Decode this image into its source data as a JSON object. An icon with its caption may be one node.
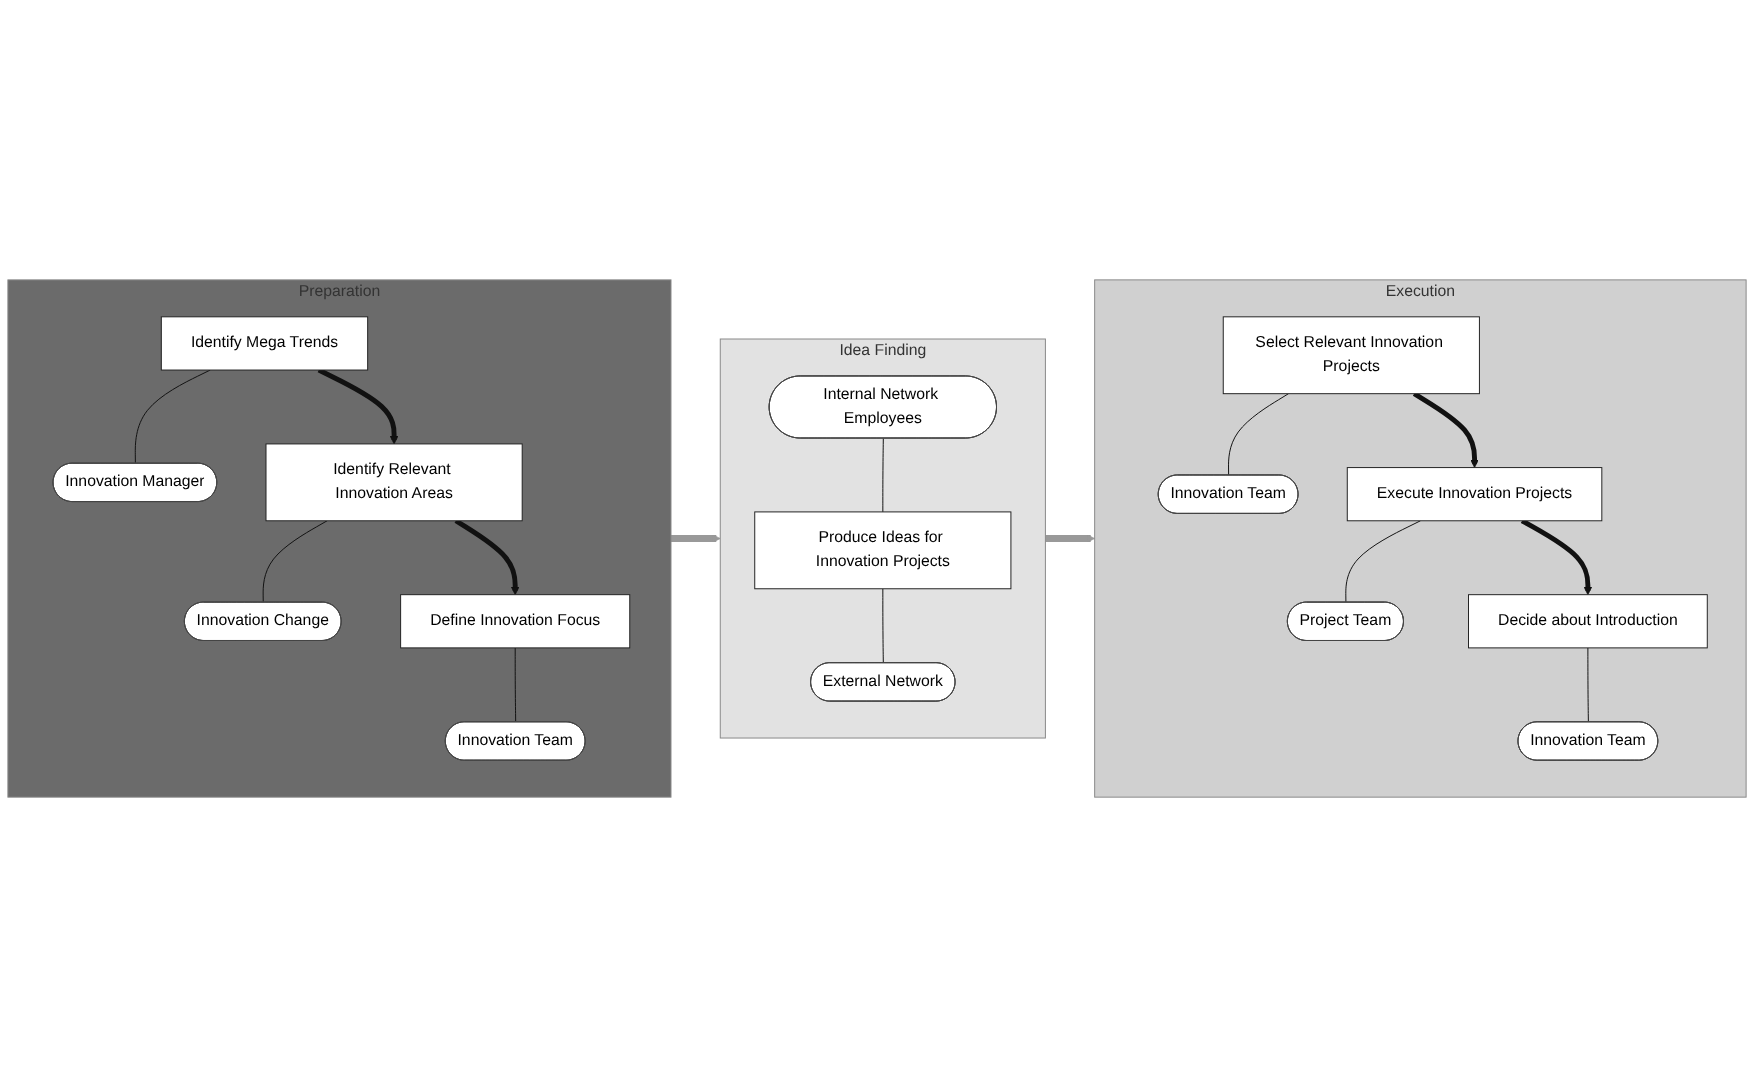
{
  "diagram": {
    "nodes": [
      {
        "text": [
          "Preparation"
        ]
      },
      {
        "text": [
          "Identify Mega Trends"
        ],
        "in": 0
      },
      {
        "text": [
          "Innovation Manager"
        ],
        "in": 0
      },
      {
        "text": [
          "Identify Relevant Innovation Areas"
        ],
        "in": 0
      },
      {
        "text": [
          "Innovation Change"
        ],
        "in": 0
      },
      {
        "text": [
          "Define Innovation Focus"
        ],
        "in": 0
      },
      {
        "text": [
          "Innovation Team"
        ],
        "in": 0
      },
      {
        "text": [
          "Idea Finding"
        ]
      },
      {
        "text": [
          "Internal Network Employees"
        ],
        "in": 7
      },
      {
        "text": [
          "Produce Ideas for Innovation Projects"
        ],
        "in": 7
      },
      {
        "text": [
          "External Network"
        ],
        "in": 7
      },
      {
        "text": [
          "Execution"
        ]
      },
      {
        "text": [
          "Select Relevant Innovation Projects"
        ],
        "in": 11
      },
      {
        "text": [
          "Innovation Team"
        ],
        "in": 11
      },
      {
        "text": [
          "Execute Innovation Projects"
        ],
        "in": 11
      },
      {
        "text": [
          "Project Team"
        ],
        "in": 11
      },
      {
        "text": [
          "Decide about Introduction"
        ],
        "in": 11
      },
      {
        "text": [
          "Innovation Team"
        ],
        "in": 11
      }
    ],
    "edges": [
      {
        "from": 1,
        "to": 2,
        "arrow": "none"
      },
      {
        "from": 1,
        "to": 3,
        "arrow": "to",
        "style": "thick"
      },
      {
        "from": 3,
        "to": 4,
        "arrow": "none"
      },
      {
        "from": 3,
        "to": 5,
        "arrow": "to",
        "style": "thick"
      },
      {
        "from": 5,
        "to": 6,
        "arrow": "none"
      },
      {
        "from": 0,
        "to": 7,
        "arrow": "to",
        "style": "thick",
        "color": "#999999"
      },
      {
        "from": 8,
        "to": 9,
        "arrow": "none"
      },
      {
        "from": 9,
        "to": 10,
        "arrow": "none"
      },
      {
        "from": 7,
        "to": 11,
        "arrow": "to",
        "style": "thick",
        "color": "#999999"
      },
      {
        "from": 12,
        "to": 13,
        "arrow": "none"
      },
      {
        "from": 12,
        "to": 14,
        "arrow": "to",
        "style": "thick"
      },
      {
        "from": 14,
        "to": 15,
        "arrow": "none"
      },
      {
        "from": 14,
        "to": 16,
        "arrow": "to",
        "style": "thick"
      },
      {
        "from": 16,
        "to": 17,
        "arrow": "none"
      }
    ]
  }
}
